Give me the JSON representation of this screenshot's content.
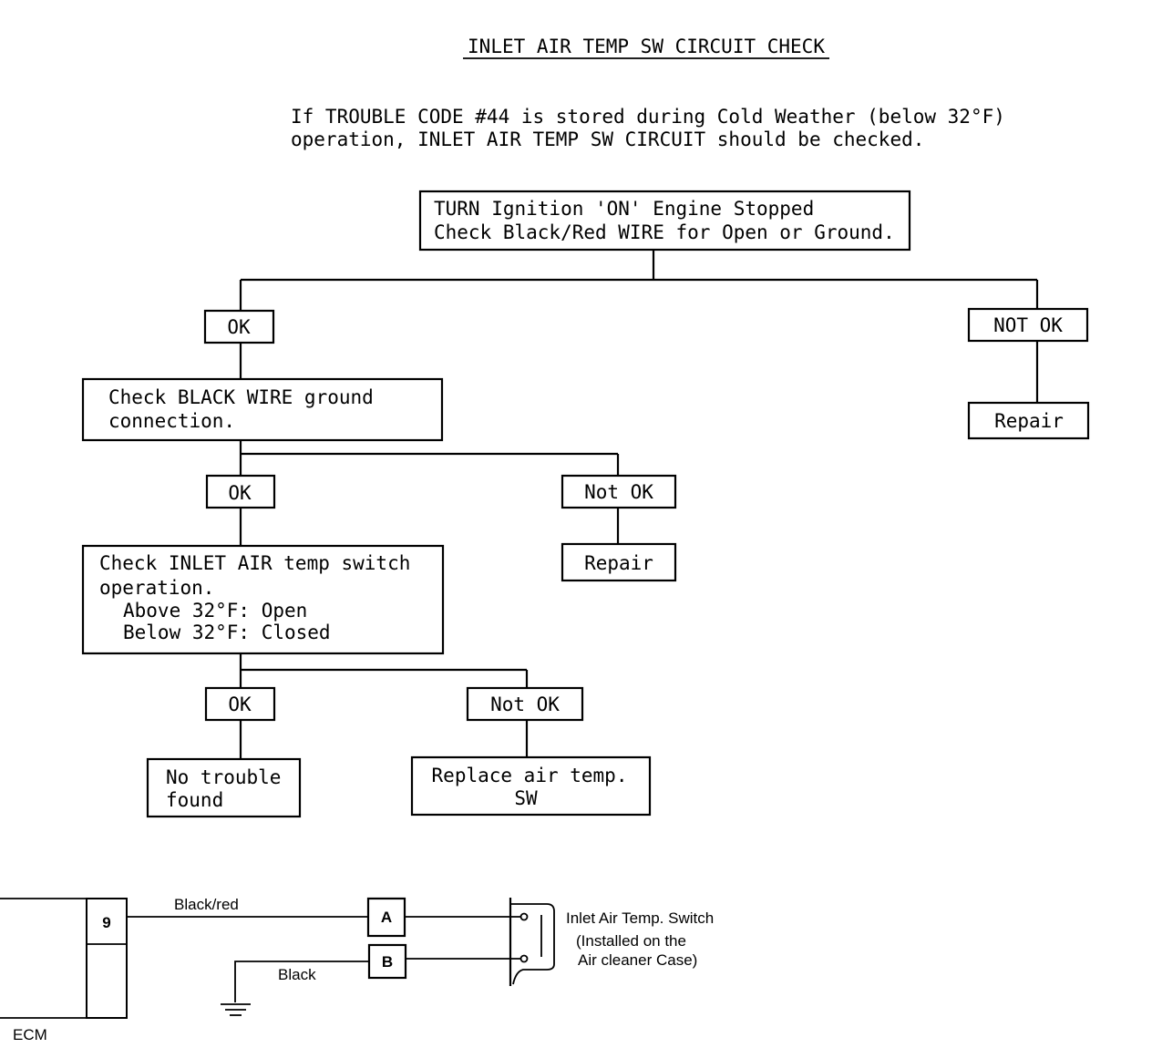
{
  "title": "INLET AIR TEMP SW CIRCUIT CHECK",
  "intro": {
    "line1": "If TROUBLE CODE #44 is stored during Cold Weather (below 32°F)",
    "line2": "operation, INLET AIR TEMP SW CIRCUIT should be checked."
  },
  "flowchart": {
    "step1": {
      "line1": "TURN Ignition 'ON' Engine Stopped",
      "line2": "Check Black/Red WIRE for Open or Ground."
    },
    "step1_ok": "OK",
    "step1_not_ok": "NOT OK",
    "step1_repair": "Repair",
    "step2": {
      "line1": "Check BLACK WIRE ground",
      "line2": "connection."
    },
    "step2_ok": "OK",
    "step2_not_ok": "Not OK",
    "step2_repair": "Repair",
    "step3": {
      "line1": "Check INLET AIR temp switch",
      "line2": "operation.",
      "line3": "Above 32°F: Open",
      "line4": "Below 32°F: Closed"
    },
    "step3_ok": "OK",
    "step3_not_ok": "Not OK",
    "result_ok": {
      "line1": "No trouble",
      "line2": "found"
    },
    "result_not_ok": {
      "line1": "Replace air temp.",
      "line2": "SW"
    }
  },
  "circuit": {
    "ecm_label": "ECM",
    "ecm_pin": "9",
    "wire_a_label": "Black/red",
    "wire_b_label": "Black",
    "connector_a": "A",
    "connector_b": "B",
    "switch_label": {
      "line1": "Inlet Air Temp. Switch",
      "line2": "(Installed on the",
      "line3": "Air cleaner Case)"
    }
  }
}
